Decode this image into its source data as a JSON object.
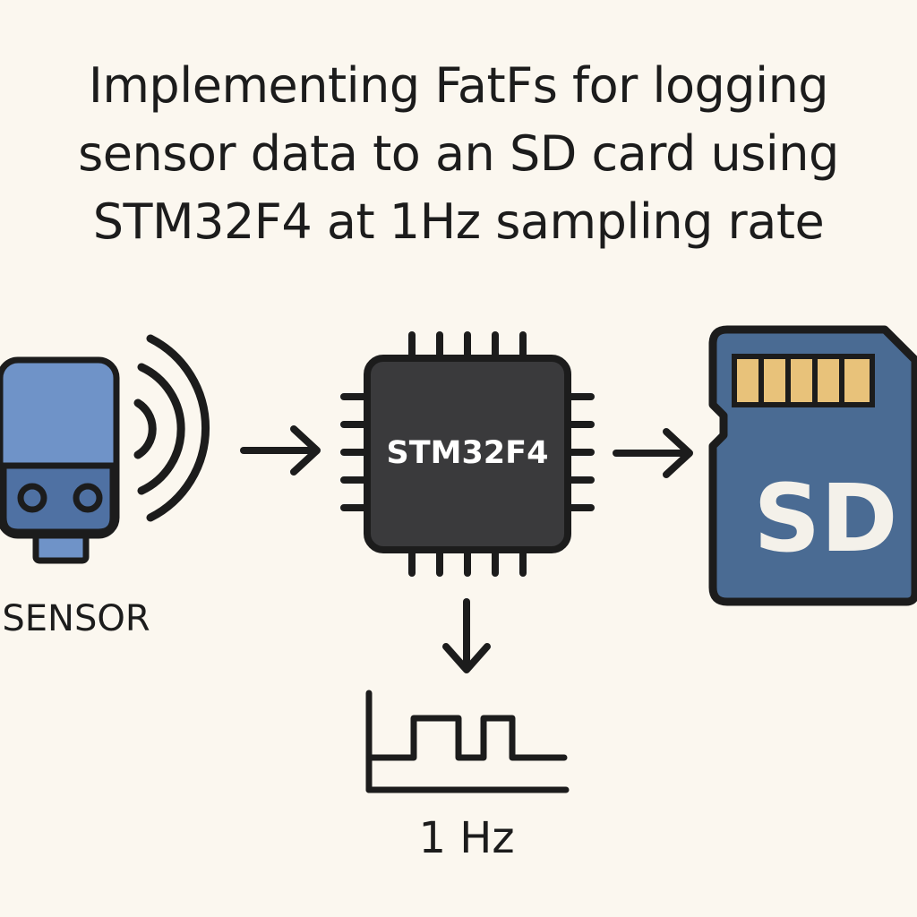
{
  "title": {
    "lines": [
      "Implementing FatFs for logging",
      "sensor data to an SD card using",
      "STM32F4 at 1Hz sampling rate"
    ]
  },
  "sensor": {
    "label": "SENSOR",
    "icon": "sensor-icon",
    "color": "#6f93c8"
  },
  "mcu": {
    "label": "STM32F4",
    "icon": "chip-icon",
    "color": "#3a3a3c"
  },
  "sd_card": {
    "label": "SD",
    "icon": "sd-card-icon",
    "color": "#4a6b93",
    "contact_color": "#e8c27a"
  },
  "clock": {
    "label": "1 Hz",
    "icon": "square-wave-icon"
  },
  "colors": {
    "background": "#fbf7ef",
    "outline": "#1c1c1c"
  }
}
